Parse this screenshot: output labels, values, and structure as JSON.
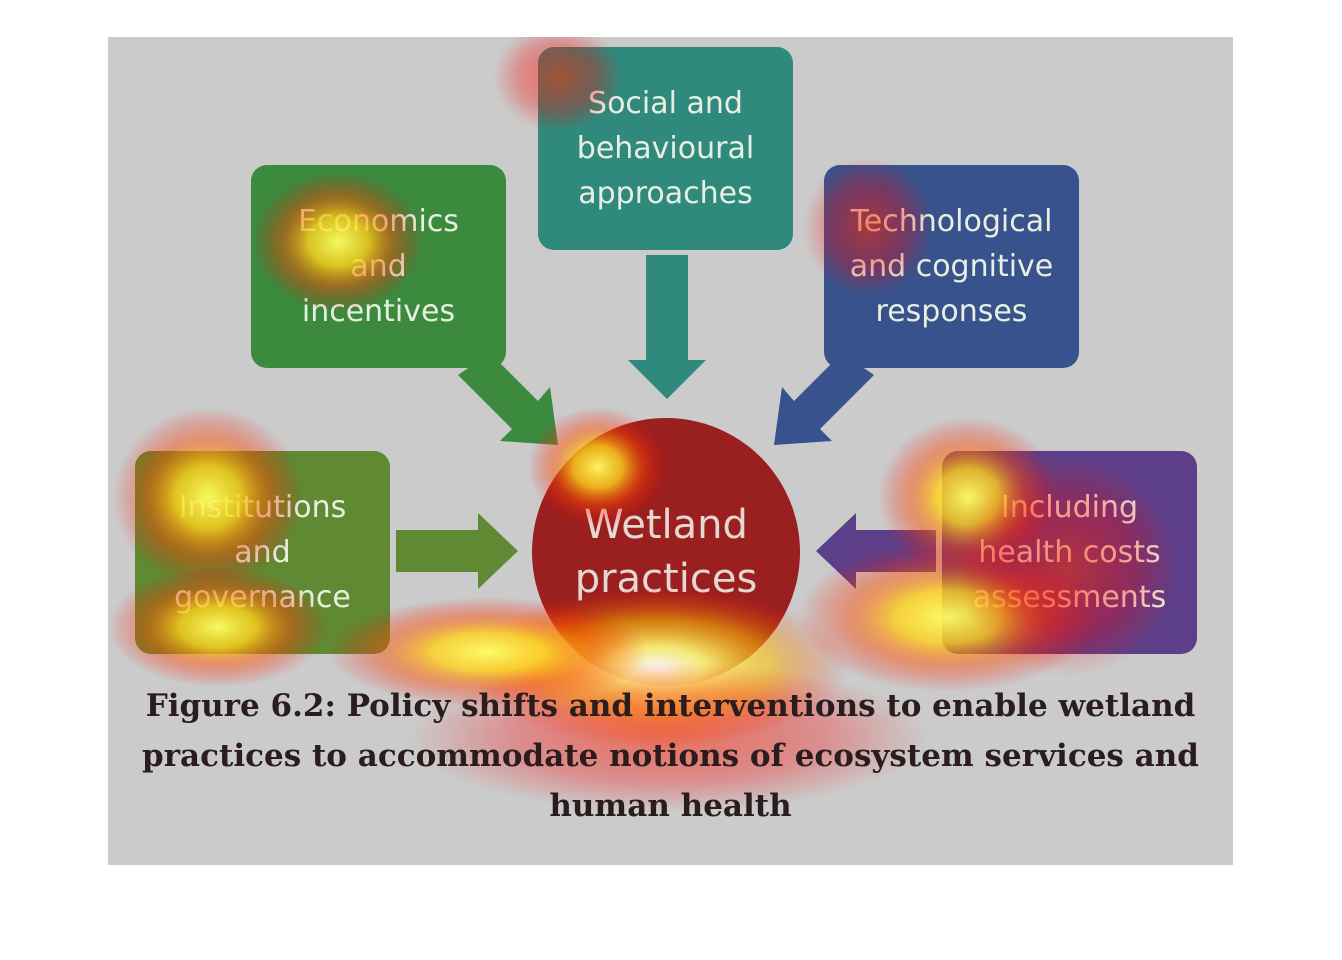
{
  "diagram": {
    "center": {
      "label": "Wetland\npractices",
      "color": "#9a1f1f"
    },
    "boxes": [
      {
        "id": "social",
        "label": "Social and\nbehavioural\napproaches",
        "color": "#2f8a7d"
      },
      {
        "id": "economics",
        "label": "Economics\nand\nincentives",
        "color": "#3b8a3e"
      },
      {
        "id": "technological",
        "label": "Technological\nand cognitive\nresponses",
        "color": "#37528c"
      },
      {
        "id": "institutions",
        "label": "Institutions\nand\ngovernance",
        "color": "#5f8a33"
      },
      {
        "id": "health",
        "label": "Including\nhealth costs\nassessments",
        "color": "#5c3f88"
      }
    ]
  },
  "caption": "Figure 6.2: Policy shifts and interventions to enable wetland practices to accommodate notions of ecosystem services and human health"
}
